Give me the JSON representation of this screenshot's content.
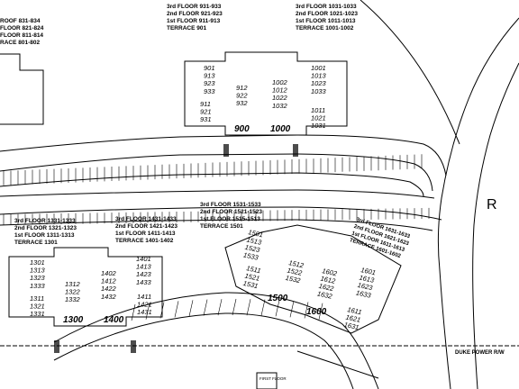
{
  "road_letter": "R",
  "easement": "DUKE POWER R/W",
  "first_floor_tag": "FIRST FLOOR",
  "buildings": {
    "b800": {
      "lines": [
        "ROOF 831-834",
        "FLOOR 821-824",
        "FLOOR 811-814",
        "RACE 801-802"
      ]
    },
    "b900": {
      "number": "900",
      "lines": [
        "3rd FLOOR 931-933",
        "2nd FLOOR 921-923",
        "1st FLOOR 911-913",
        "TERRACE 901"
      ],
      "col_a": [
        "901",
        "913",
        "923",
        "933"
      ],
      "col_b": [
        "911",
        "921",
        "931"
      ],
      "col_c": [
        "912",
        "922",
        "932"
      ]
    },
    "b1000": {
      "number": "1000",
      "lines": [
        "3rd FLOOR 1031-1033",
        "2nd FLOOR 1021-1023",
        "1st FLOOR 1011-1013",
        "TERRACE 1001-1002"
      ],
      "col_a": [
        "1002",
        "1012",
        "1022",
        "1032"
      ],
      "col_b": [
        "1001",
        "1013",
        "1023",
        "1033"
      ],
      "col_c": [
        "1011",
        "1021",
        "1031"
      ]
    },
    "b1300": {
      "number": "1300",
      "lines": [
        "3rd FLOOR 1331-1333",
        "2nd FLOOR 1321-1323",
        "1st FLOOR 1311-1313",
        "TERRACE 1301"
      ],
      "col_a": [
        "1301",
        "1313",
        "1323",
        "1333"
      ],
      "col_b": [
        "1311",
        "1321",
        "1331"
      ],
      "col_c": [
        "1312",
        "1322",
        "1332"
      ]
    },
    "b1400": {
      "number": "1400",
      "lines": [
        "3rd FLOOR 1431-1433",
        "2nd FLOOR 1421-1423",
        "1st FLOOR 1411-1413",
        "TERRACE 1401-1402"
      ],
      "col_a": [
        "1402",
        "1412",
        "1422",
        "1432"
      ],
      "col_b": [
        "1401",
        "1413",
        "1423",
        "1433"
      ],
      "col_c": [
        "1411",
        "1421",
        "1431"
      ]
    },
    "b1500": {
      "number": "1500",
      "lines": [
        "3rd FLOOR 1531-1533",
        "2nd FLOOR 1521-1523",
        "1st FLOOR 1515-1513",
        "TERRACE 1501"
      ],
      "col_a": [
        "1501",
        "1513",
        "1523",
        "1533"
      ],
      "col_b": [
        "1511",
        "1521",
        "1531"
      ],
      "col_c": [
        "1512",
        "1522",
        "1532"
      ]
    },
    "b1600": {
      "number": "1600",
      "lines": [
        "3rd FLOOR 1631-1633",
        "2nd FLOOR 1621-1623",
        "1st FLOOR 1611-1613",
        "TERRACE 1601-1602"
      ],
      "col_a": [
        "1602",
        "1612",
        "1622",
        "1632"
      ],
      "col_b": [
        "1601",
        "1613",
        "1623",
        "1633"
      ],
      "col_c": [
        "1611",
        "1621",
        "1631"
      ]
    }
  }
}
